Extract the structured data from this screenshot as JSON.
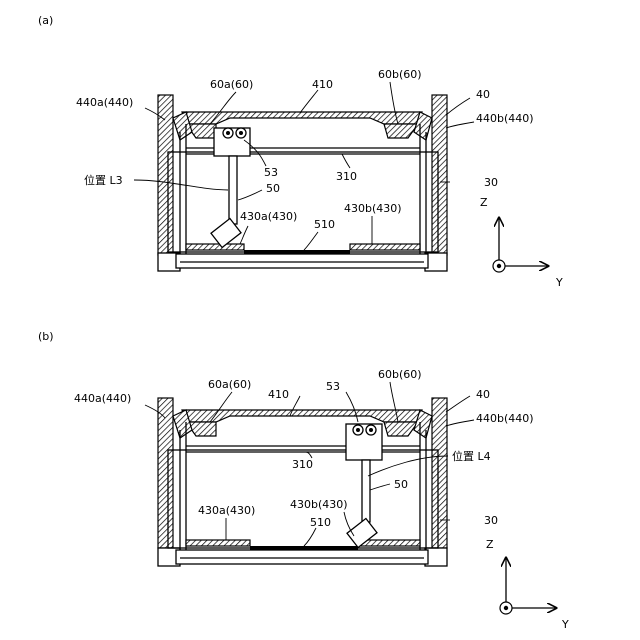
{
  "panels": [
    {
      "id": "a",
      "tag": "(a)",
      "labels": {
        "l440a": "440a(440)",
        "l60a": "60a(60)",
        "l410": "410",
        "l60b": "60b(60)",
        "l40": "40",
        "l440b": "440b(440)",
        "lpos": "位置 L3",
        "l53": "53",
        "l50": "50",
        "l310": "310",
        "l30": "30",
        "l430a": "430a(430)",
        "l430b": "430b(430)",
        "l510": "510"
      },
      "axes": {
        "z": "Z",
        "y": "Y"
      }
    },
    {
      "id": "b",
      "tag": "(b)",
      "labels": {
        "l440a": "440a(440)",
        "l60a": "60a(60)",
        "l410": "410",
        "l53": "53",
        "l60b": "60b(60)",
        "l40": "40",
        "l440b": "440b(440)",
        "l310": "310",
        "lpos": "位置 L4",
        "l50": "50",
        "l430b": "430b(430)",
        "l430a": "430a(430)",
        "l510": "510",
        "l30": "30"
      },
      "axes": {
        "z": "Z",
        "y": "Y"
      }
    }
  ]
}
